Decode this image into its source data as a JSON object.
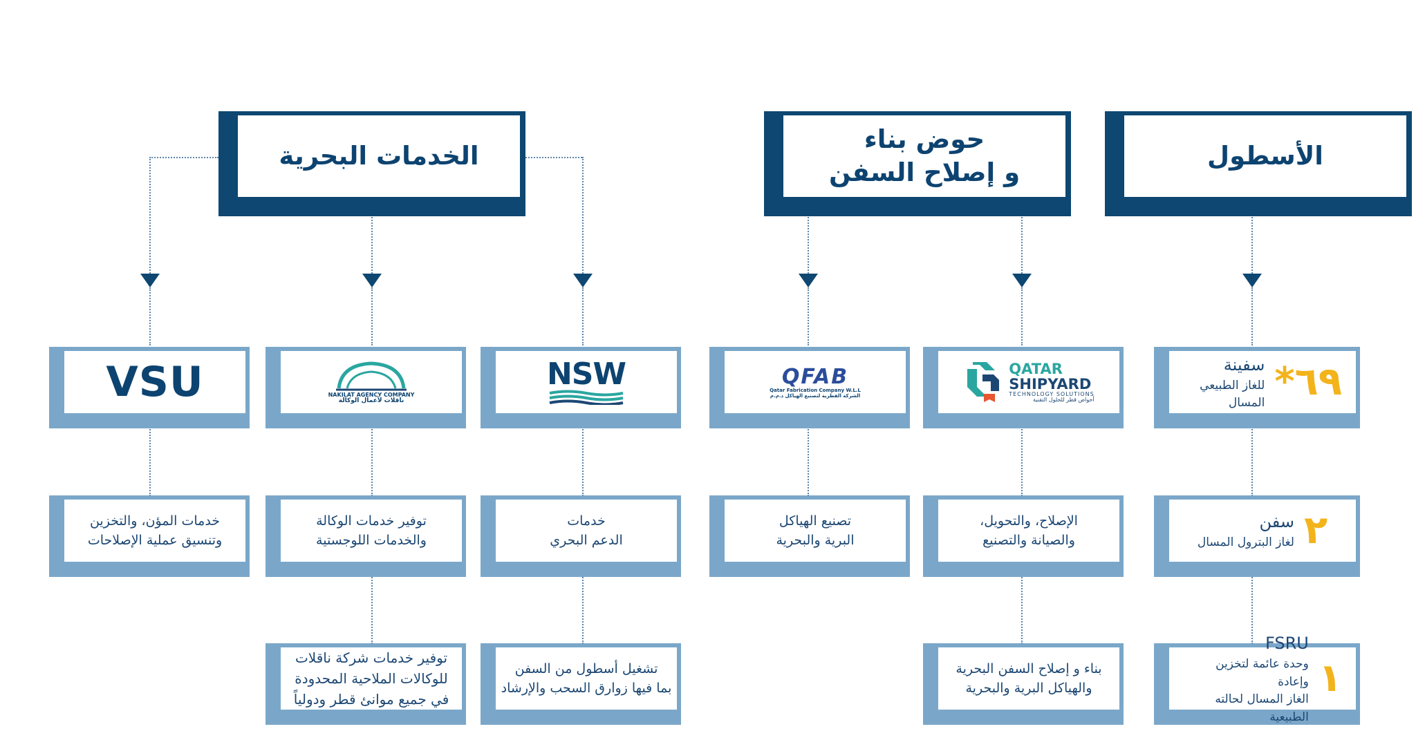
{
  "headers": {
    "fleet": "الأسطول",
    "shipyard_line1": "حوض بناء",
    "shipyard_line2": "و إصلاح السفن",
    "marine": "الخدمات البحرية"
  },
  "fleet": {
    "item1": {
      "num": "٦٩*",
      "title": "سفينة",
      "sub": "للغاز الطبيعي المسال"
    },
    "item2": {
      "num": "٢",
      "title": "سفن",
      "sub": "لغاز البترول المسال"
    },
    "item3": {
      "num": "١",
      "title": "FSRU",
      "sub1": "وحدة عائمة لتخزين وإعادة",
      "sub2": "الغاز المسال لحالته الطبيعية"
    }
  },
  "logos": {
    "qatar_shipyard": {
      "name1": "QATAR",
      "name2": "SHIPYARD",
      "tagline": "TECHNOLOGY SOLUTIONS",
      "arabic": "أحواض قطر للحلول التقنية"
    },
    "qfab": {
      "name": "QFAB",
      "en": "Qatar Fabrication Company W.L.L",
      "ar": "الشركة القطرية لتصنيع الهياكل ذ.م.م"
    },
    "nsw": {
      "name": "NSW"
    },
    "nakilat_agency": {
      "en": "NAKILAT AGENCY COMPANY",
      "ar": "ناقلات لأعمال الوكالة"
    },
    "vsu": {
      "name": "VSU"
    }
  },
  "shipyard": {
    "mid1_l1": "الإصلاح، والتحويل،",
    "mid1_l2": "والصيانة والتصنيع",
    "mid2_l1": "تصنيع الهياكل",
    "mid2_l2": "البرية والبحرية",
    "bottom_l1": "بناء و إصلاح السفن البحرية",
    "bottom_l2": "والهياكل البرية والبحرية"
  },
  "marine": {
    "nsw_l1": "خدمات",
    "nsw_l2": "الدعم البحري",
    "agency_l1": "توفير خدمات الوكالة",
    "agency_l2": "والخدمات اللوجستية",
    "vsu_l1": "خدمات المؤن، والتخزين",
    "vsu_l2": "وتنسيق عملية الإصلاحات",
    "nsw_bottom_l1": "تشغيل أسطول من السفن",
    "nsw_bottom_l2": "بما فيها زوارق السحب والإرشاد",
    "agency_bottom_l1": "توفير خدمات شركة ناقلات",
    "agency_bottom_l2": "للوكالات الملاحية المحدودة",
    "agency_bottom_l3": "في جميع موانئ قطر ودولياً"
  },
  "colors": {
    "navy": "#0e4771",
    "steel": "#7aa7c9",
    "gold": "#f3b31b"
  }
}
